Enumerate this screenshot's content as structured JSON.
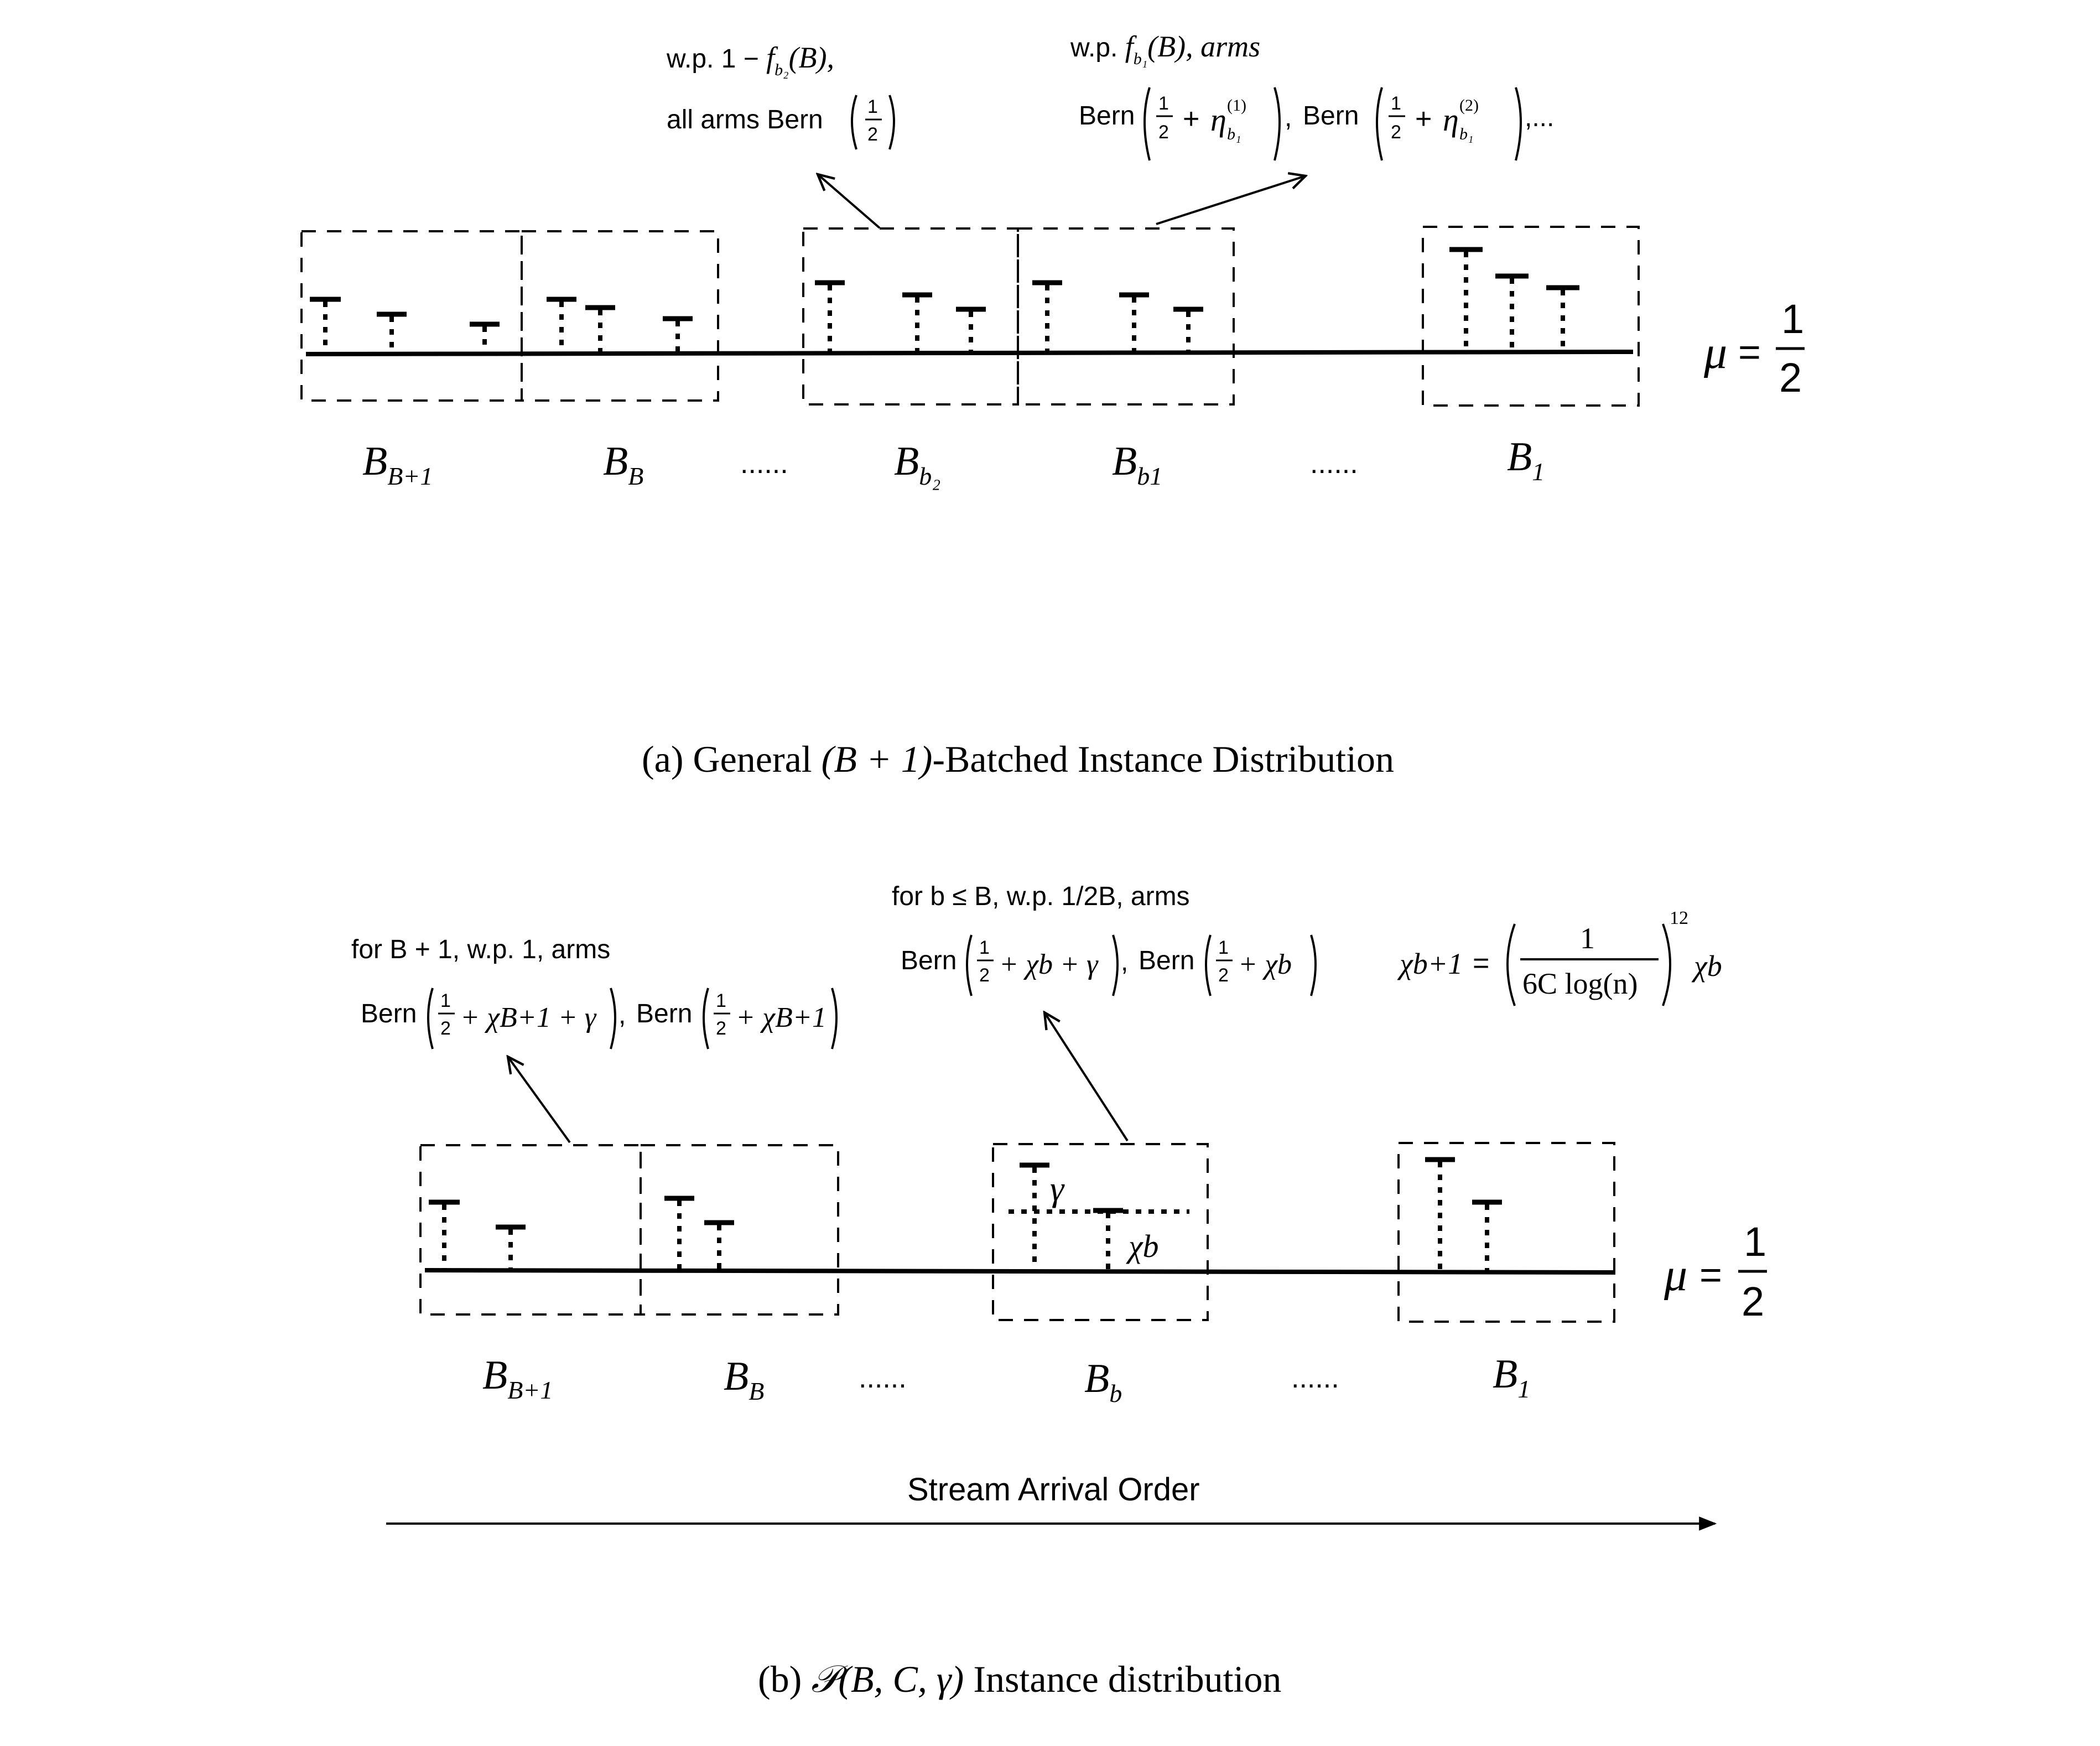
{
  "panel_a": {
    "caption_prefix": "(a) General ",
    "caption_math": "(B + 1)",
    "caption_suffix": "-Batched Instance Distribution",
    "callout_left": {
      "line1_prefix": "w.p. 1 − ",
      "line1_f": "f",
      "line1_sub": "b₂",
      "line1_suffix": "(B),",
      "line2_prefix": "all arms Bern",
      "line2_frac_num": "1",
      "line2_frac_den": "2"
    },
    "callout_right": {
      "line1_prefix": "w.p. ",
      "line1_f": "f",
      "line1_sub": "b₁",
      "line1_suffix": "(B),  arms",
      "bern": "Bern",
      "half_num": "1",
      "half_den": "2",
      "plus": "+",
      "eta": "η",
      "eta_sub": "b₁",
      "eta_sup_1": "(1)",
      "eta_sup_2": "(2)",
      "sep": ",",
      "ellipsis": ",..."
    },
    "batch_labels": [
      {
        "main": "B",
        "sub": "B+1"
      },
      {
        "main": "B",
        "sub": "B"
      },
      {
        "main": "B",
        "sub": "b₂"
      },
      {
        "main": "B",
        "sub": "b1"
      },
      {
        "main": "B",
        "sub": "1"
      }
    ],
    "ellipses": [
      "......",
      "......"
    ],
    "mu_label": {
      "symbol": "μ",
      "eq": "=",
      "num": "1",
      "den": "2"
    }
  },
  "panel_b": {
    "caption_prefix": "(b) ",
    "caption_math": "𝒫(B, C, γ)",
    "caption_suffix": " Instance distribution",
    "callout_left": {
      "line1": "for B + 1, w.p. 1, arms",
      "bern": "Bern",
      "half_num": "1",
      "half_den": "2",
      "term1": "+ χB+1 + γ",
      "sep": ", ",
      "term2": "+ χB+1"
    },
    "callout_mid": {
      "line1": "for b ≤ B, w.p. 1/2B, arms",
      "bern": "Bern",
      "half_num": "1",
      "half_den": "2",
      "term1": "+ χb + γ",
      "sep": ", ",
      "term2": "+ χb"
    },
    "formula": {
      "lhs": "χb+1",
      "eq": "=",
      "frac_num": "1",
      "frac_den": "6C log(n)",
      "exponent": "12",
      "rhs": "χb"
    },
    "gamma_label": "γ",
    "chi_label": "χb",
    "batch_labels": [
      {
        "main": "B",
        "sub": "B+1"
      },
      {
        "main": "B",
        "sub": "B"
      },
      {
        "main": "B",
        "sub": "b"
      },
      {
        "main": "B",
        "sub": "1"
      }
    ],
    "ellipses": [
      "......",
      "......"
    ],
    "mu_label": {
      "symbol": "μ",
      "eq": "=",
      "num": "1",
      "den": "2"
    },
    "stream_label": "Stream Arrival Order"
  }
}
